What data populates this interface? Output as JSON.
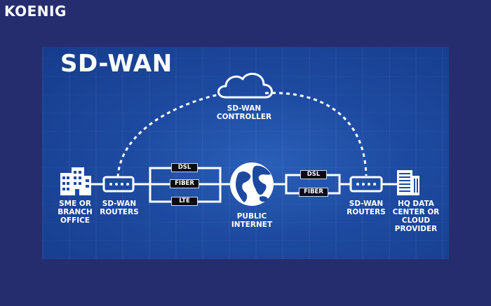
{
  "logo": "KOENIG",
  "title": "SD-WAN",
  "controller_label": "SD-WAN\nCONTROLLER",
  "branch_label": "SME OR\nBRANCH\nOFFICE",
  "left_router_label": "SD-WAN\nROUTERS",
  "internet_label": "PUBLIC\nINTERNET",
  "right_router_label": "SD-WAN\nROUTERS",
  "hq_label": "HQ DATA\nCENTER OR\nCLOUD\nPROVIDER",
  "left_links": [
    "DSL",
    "FIBER",
    "LTE"
  ],
  "right_links": [
    "DSL",
    "FIBER"
  ],
  "icons": {
    "cloud": "cloud-icon",
    "building": "building-icon",
    "router": "router-icon",
    "globe": "globe-icon",
    "datacenter": "datacenter-icon"
  },
  "colors": {
    "page_background": "#262d6e",
    "slide_background": "#1d4aa0",
    "line": "#ffffff",
    "tag_background": "#0b0b14"
  }
}
